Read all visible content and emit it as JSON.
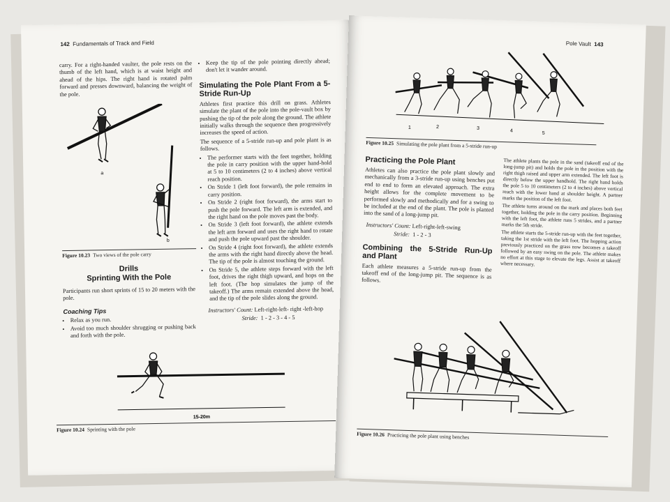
{
  "left_page": {
    "page_number": "142",
    "running_head": "Fundamentals of Track and Field",
    "col1_intro": "carry. For a right-handed vaulter, the pole rests on the thumb of the left hand, which is at waist height and ahead of the hips. The right hand is rotated palm forward and presses downward, balancing the weight of the pole.",
    "fig23_label_a": "a",
    "fig23_label_b": "b",
    "fig23_caption_num": "Figure 10.23",
    "fig23_caption_text": "Two views of the pole carry",
    "drills_heading": "Drills",
    "sprint_heading": "Sprinting With the Pole",
    "sprint_text": "Participants run short sprints of 15 to 20 meters with the pole.",
    "coaching_tips_heading": "Coaching Tips",
    "coaching_tips": [
      "Relax as you run.",
      "Avoid too much shoulder shrugging or pushing back and forth with the pole."
    ],
    "col2_top_bullet": "Keep the tip of the pole pointing directly ahead; don't let it wander around.",
    "simulating_heading": "Simulating the Pole Plant From a 5-Stride Run-Up",
    "simulating_p1": "Athletes first practice this drill on grass. Athletes simulate the plant of the pole into the pole-vault box by pushing the tip of the pole along the ground. The athlete initially walks through the sequence then progressively increases the speed of action.",
    "simulating_p2": "The sequence of a 5-stride run-up and pole plant is as follows.",
    "stride_bullets": [
      "The performer starts with the feet together, holding the pole in carry position with the upper hand-hold at 5 to 10 centimeters (2 to 4 inches) above vertical reach position.",
      "On Stride 1 (left foot forward), the pole remains in carry position.",
      "On Stride 2 (right foot forward), the arms start to push the pole forward. The left arm is extended, and the right hand on the pole moves past the body.",
      "On Stride 3 (left foot forward), the athlete extends the left arm forward and uses the right hand to rotate and push the pole upward past the shoulder.",
      "On Stride 4 (right foot forward), the athlete extends the arms with the right hand directly above the head. The tip of the pole is almost touching the ground.",
      "On Stride 5, the athlete steps forward with the left foot, drives the right thigh upward, and hops on the left foot. (The hop simulates the jump of the takeoff.) The arms remain extended above the head, and the tip of the pole slides along the ground."
    ],
    "instructors_count_label": "Instructors' Count:",
    "instructors_count_value": "Left-right-left- right -left-hop",
    "stride_label": "Stride:",
    "stride_value": "1 - 2 - 3 - 4 - 5",
    "fig24_distance": "15-20m",
    "fig24_caption_num": "Figure 10.24",
    "fig24_caption_text": "Sprinting with the pole"
  },
  "right_page": {
    "running_head": "Pole Vault",
    "page_number": "143",
    "fig25_numbers": [
      "1",
      "2",
      "3",
      "4",
      "5"
    ],
    "fig25_caption_num": "Figure 10.25",
    "fig25_caption_text": "Simulating the pole plant from a 5-stride run-up",
    "practicing_heading": "Practicing the Pole Plant",
    "practicing_text": "Athletes can also practice the pole plant slowly and mechanically from a 3-stride run-up using benches put end to end to form an elevated approach. The extra height allows for the complete movement to be performed slowly and methodically and for a swing to be included at the end of the plant. The pole is planted into the sand of a long-jump pit.",
    "instructors_count_label": "Instructors' Count:",
    "instructors_count_value": "Left-right-left-swing",
    "stride_label": "Stride:",
    "stride_value": "1 - 2 - 3",
    "combining_heading": "Combining the 5-Stride Run-Up and Plant",
    "combining_text": "Each athlete measures a 5-stride run-up from the takeoff end of the long-jump pit. The sequence is as follows.",
    "col2_p1": "The athlete plants the pole in the sand (takeoff end of the long-jump pit) and holds the pole in the position with the right thigh raised and upper arm extended. The left foot is directly below the upper handhold. The right hand holds the pole 5 to 10 centimeters (2 to 4 inches) above vertical reach with the lower hand at shoulder height. A partner marks the position of the left foot.",
    "col2_p2": "The athlete turns around on the mark and places both feet together, holding the pole in the carry position. Beginning with the left foot, the athlete runs 5 strides, and a partner marks the 5th stride.",
    "col2_p3": "The athlete starts the 5-stride run-up with the feet together, taking the 1st stride with the left foot. The hopping action previously practiced on the grass now becomes a takeoff followed by an easy swing on the pole. The athlete makes no effort at this stage to elevate the legs. Assist at takeoff where necessary.",
    "fig26_caption_num": "Figure 10.26",
    "fig26_caption_text": "Practicing the pole plant using benches"
  }
}
